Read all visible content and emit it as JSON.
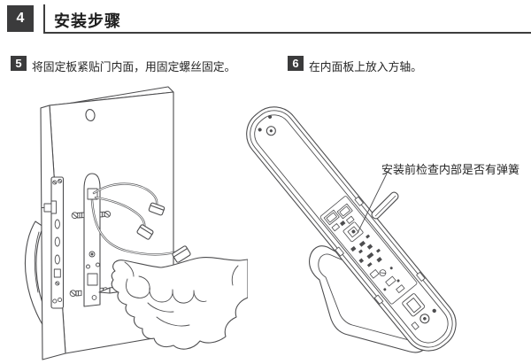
{
  "colors": {
    "background": "#ffffff",
    "badge_bg": "#3b3b3c",
    "badge_text": "#ffffff",
    "heading_text": "#1e1e1e",
    "body_text": "#262626",
    "line_art": "#4d4d4f",
    "rule": "#3d3d3d"
  },
  "header": {
    "section_number": "4",
    "title": "安装步骤"
  },
  "steps": [
    {
      "number": "5",
      "text": "将固定板紧贴门内面，用固定螺丝固定。"
    },
    {
      "number": "6",
      "text": "在内面板上放入方轴。"
    }
  ],
  "callout": {
    "text": "安装前检查内部是否有弹簧"
  }
}
